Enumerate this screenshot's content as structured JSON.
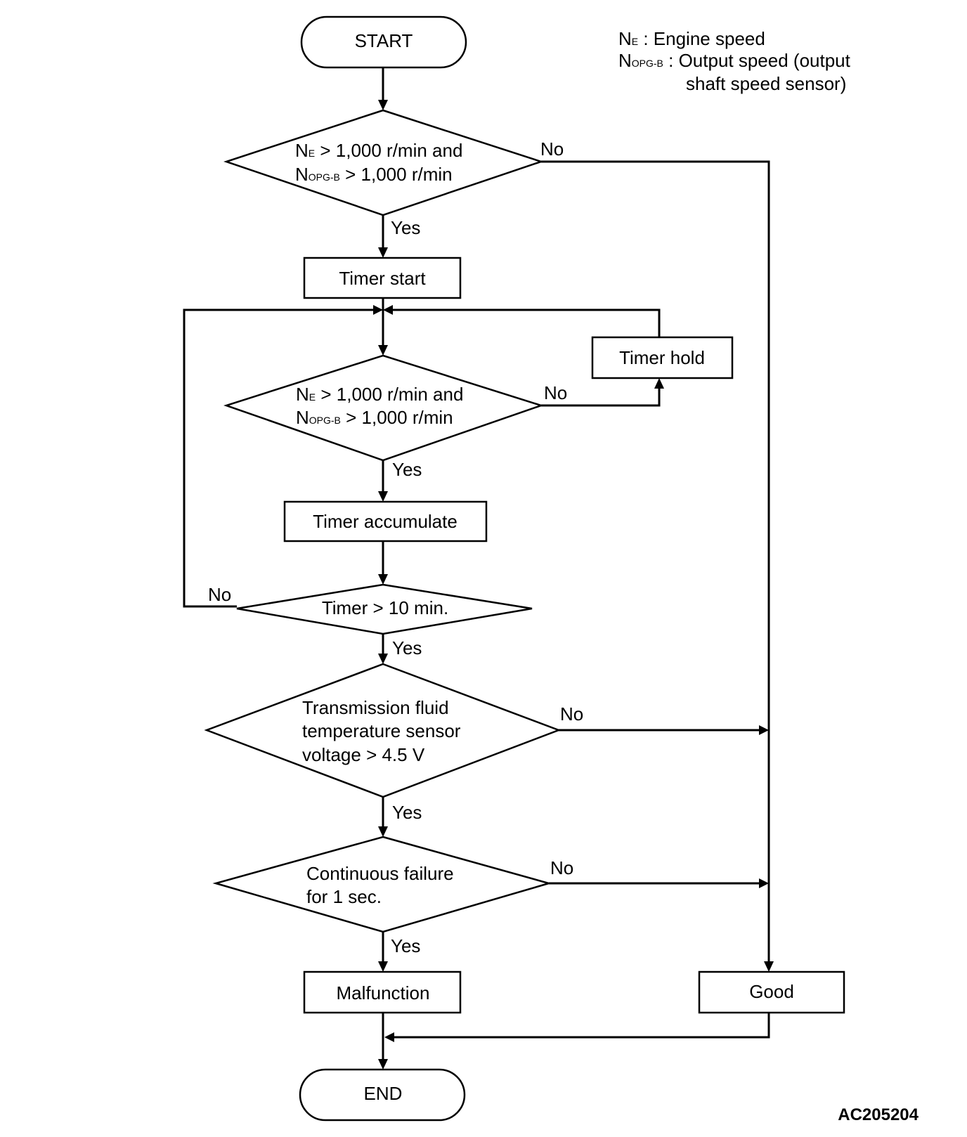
{
  "legend": {
    "ne_sym": "N",
    "ne_sub": "E",
    "ne_desc": " : Engine speed",
    "nopg_sym": "N",
    "nopg_sub": "OPG-B",
    "nopg_desc1": " : Output speed (output",
    "nopg_desc2": "shaft speed sensor)"
  },
  "nodes": {
    "start": "START",
    "d1": {
      "l1_sym": "N",
      "l1_sub": "E",
      "l1_rest": " > 1,000 r/min and",
      "l2_sym": "N",
      "l2_sub": "OPG-B",
      "l2_rest": " > 1,000 r/min"
    },
    "timer_start": "Timer start",
    "timer_hold": "Timer hold",
    "d2": {
      "l1_sym": "N",
      "l1_sub": "E",
      "l1_rest": " > 1,000 r/min and",
      "l2_sym": "N",
      "l2_sub": "OPG-B",
      "l2_rest": " > 1,000 r/min"
    },
    "timer_accumulate": "Timer accumulate",
    "d3": "Timer > 10 min.",
    "d4": [
      "Transmission fluid",
      "temperature sensor",
      "voltage > 4.5 V"
    ],
    "d5": [
      "Continuous failure",
      "for 1 sec."
    ],
    "malfunction": "Malfunction",
    "good": "Good",
    "end": "END"
  },
  "edges": {
    "yes": "Yes",
    "no": "No"
  },
  "figure_id": "AC205204"
}
